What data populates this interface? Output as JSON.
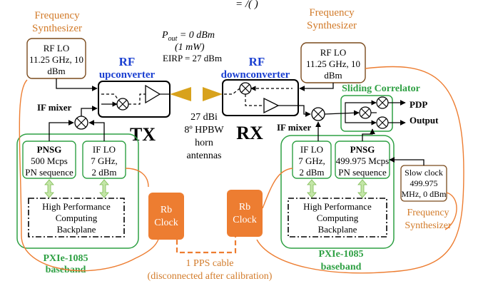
{
  "colors": {
    "orange": "#d27b2a",
    "green": "#2ea043",
    "blue": "#1a3fd1",
    "horn": "#d8a21c",
    "clock": "#ed7d31",
    "lightgreen": "#c4e6a8",
    "black": "#000000"
  },
  "top_math": "=    /(    )",
  "tx": {
    "synth_title_1": "Frequency",
    "synth_title_2": "Synthesizer",
    "rflo_1": "RF LO",
    "rflo_2": "11.25 GHz, 10",
    "rflo_3": "dBm",
    "rf_label": "RF",
    "upconverter_label": "upconverter",
    "if_mixer_label": "IF mixer",
    "big_label": "TX",
    "pnsg_title": "PNSG",
    "pnsg_line1": "500 Mcps",
    "pnsg_line2": "PN sequence",
    "iflo_1": "IF LO",
    "iflo_2": "7 GHz,",
    "iflo_3": "2 dBm",
    "hpc_1": "High Performance",
    "hpc_2": "Computing",
    "hpc_3": "Backplane",
    "baseband_1": "PXIe-1085",
    "baseband_2": "baseband",
    "clock_1": "Rb",
    "clock_2": "Clock"
  },
  "power": {
    "pout_sym": "P",
    "pout_sub": "out",
    "pout_eq": " = 0 dBm",
    "pout_mw": "(1 mW)",
    "eirp": "EIRP = 27 dBm"
  },
  "antenna": {
    "l1": "27 dBi",
    "l2": "8º HPBW",
    "l3": "horn",
    "l4": "antennas"
  },
  "rx": {
    "synth_title_1": "Frequency",
    "synth_title_2": "Synthesizer",
    "rflo_1": "RF LO",
    "rflo_2": "11.25 GHz, 10",
    "rflo_3": "dBm",
    "rf_label": "RF",
    "downconverter_label": "downconverter",
    "correlator_label": "Sliding Correlator",
    "pdp_1": "PDP",
    "pdp_2": "Output",
    "if_mixer_label": "IF mixer",
    "big_label": "RX",
    "iflo_1": "IF LO",
    "iflo_2": "7 GHz,",
    "iflo_3": "2 dBm",
    "pnsg_title": "PNSG",
    "pnsg_line1": "499.975 Mcps",
    "pnsg_line2": "PN sequence",
    "slow_1": "Slow clock",
    "slow_2": "499.975",
    "slow_3": "MHz, 0 dBm",
    "synth2_1": "Frequency",
    "synth2_2": "Synthesizer",
    "hpc_1": "High Performance",
    "hpc_2": "Computing",
    "hpc_3": "Backplane",
    "baseband_1": "PXIe-1085",
    "baseband_2": "baseband",
    "clock_1": "Rb",
    "clock_2": "Clock"
  },
  "pps": {
    "l1": "1 PPS cable",
    "l2": "(disconnected after calibration)"
  }
}
